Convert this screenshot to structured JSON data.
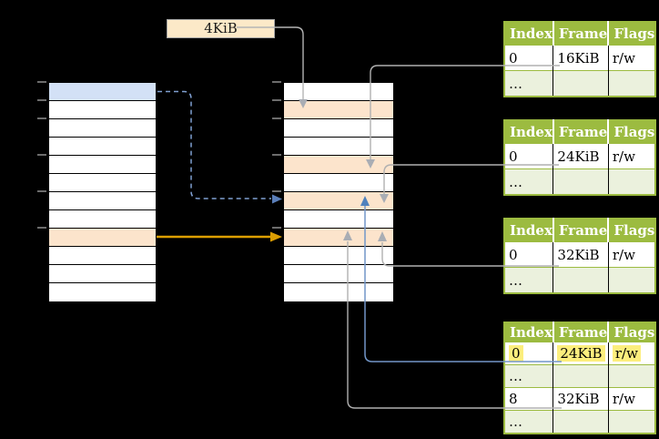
{
  "size_label": {
    "text": "4KiB"
  },
  "virtual_memory_column": {
    "row_count": 12,
    "rows_highlighted": {
      "blue_row_index": 0,
      "orange_row_index": 8
    }
  },
  "page_directory_column": {
    "row_count": 12,
    "orange_row_indexes": [
      1,
      4,
      6,
      8
    ]
  },
  "entry_tables": [
    {
      "headers": [
        "Index",
        "Frame",
        "Flags"
      ],
      "rows": [
        [
          "0",
          "16KiB",
          "r/w"
        ],
        [
          "…",
          "",
          ""
        ]
      ]
    },
    {
      "headers": [
        "Index",
        "Frame",
        "Flags"
      ],
      "rows": [
        [
          "0",
          "24KiB",
          "r/w"
        ],
        [
          "…",
          "",
          ""
        ]
      ]
    },
    {
      "headers": [
        "Index",
        "Frame",
        "Flags"
      ],
      "rows": [
        [
          "0",
          "32KiB",
          "r/w"
        ],
        [
          "…",
          "",
          ""
        ]
      ]
    },
    {
      "headers": [
        "Index",
        "Frame",
        "Flags"
      ],
      "rows": [
        [
          "0",
          "24KiB",
          "r/w"
        ],
        [
          "…",
          "",
          ""
        ],
        [
          "8",
          "32KiB",
          "r/w"
        ],
        [
          "…",
          "",
          ""
        ]
      ],
      "highlighted_row_index": 0
    }
  ],
  "colors": {
    "background": "#000000",
    "blue_row": "#d3e1f6",
    "orange_row": "#fce4cc",
    "table_header_green": "#9cbb40",
    "table_row_green": "#ebf1dd",
    "highlight_yellow": "#fcee7d",
    "label_fill": "#fce9c8",
    "gray_connector": "#b0b0b0",
    "gold_arrow": "#dc9e02",
    "dashed_blue": "#7f9fd1",
    "solid_blue": "#7296c8",
    "blue_arrowhead": "#4f81bd"
  }
}
